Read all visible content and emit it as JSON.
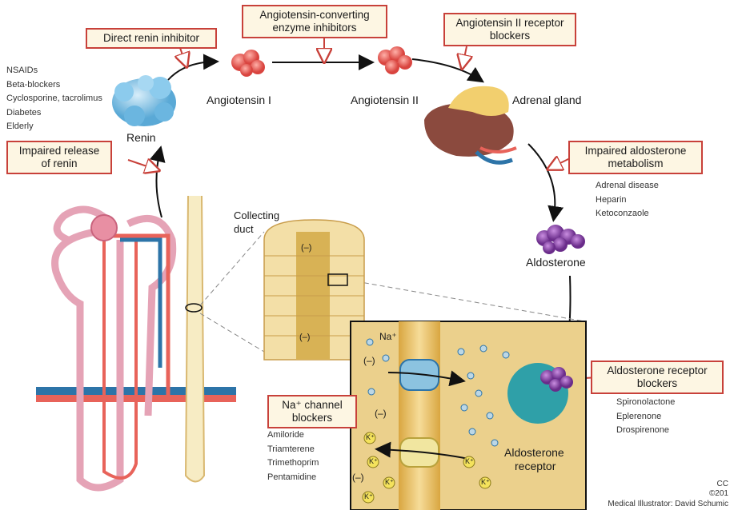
{
  "callouts": {
    "direct_renin_inhibitor": "Direct renin inhibitor",
    "ace_inhibitors": [
      "Angiotensin-converting",
      "enzyme inhibitors"
    ],
    "arb": [
      "Angiotensin II receptor",
      "blockers"
    ],
    "impaired_renin_release": [
      "Impaired release",
      "of renin"
    ],
    "impaired_aldo_metabolism": [
      "Impaired aldosterone",
      "metabolism"
    ],
    "aldo_receptor_blockers": [
      "Aldosterone receptor",
      "blockers"
    ],
    "na_channel_blockers": [
      "Na⁺ channel",
      "blockers"
    ]
  },
  "labels": {
    "renin": "Renin",
    "angiotensin_1": "Angiotensin I",
    "angiotensin_2": "Angiotensin II",
    "adrenal_gland": "Adrenal gland",
    "aldosterone": "Aldosterone",
    "collecting_duct": [
      "Collecting",
      "duct"
    ],
    "aldosterone_receptor": [
      "Aldosterone",
      "receptor"
    ],
    "na_plus": "Na⁺",
    "minus": "(–)",
    "k_plus": "K⁺"
  },
  "lists": {
    "renin_release_causes": [
      "NSAIDs",
      "Beta-blockers",
      "Cyclosporine, tacrolimus",
      "Diabetes",
      "Elderly"
    ],
    "aldo_metabolism_causes": [
      "Adrenal disease",
      "Heparin",
      "Ketoconzaole"
    ],
    "aldo_receptor_drugs": [
      "Spironolactone",
      "Eplerenone",
      "Drospirenone"
    ],
    "na_channel_drugs": [
      "Amiloride",
      "Triamterene",
      "Trimethoprim",
      "Pentamidine"
    ]
  },
  "credit": {
    "corner_1": "CC",
    "corner_2": "©201",
    "illustrator": "Medical Illustrator: David Schumic"
  },
  "colors": {
    "callout_border": "#c8413a",
    "callout_fill": "#fdf6e3",
    "angiotensin": "#e8615c",
    "renin": "#7ec3e6",
    "aldosterone": "#8e44ad",
    "receptor": "#2fa0a8",
    "cell_panel": "#e8c77e",
    "vessel_red": "#e8635a",
    "vessel_blue": "#2d74a8",
    "nephron_pink": "#e5a3b6"
  }
}
